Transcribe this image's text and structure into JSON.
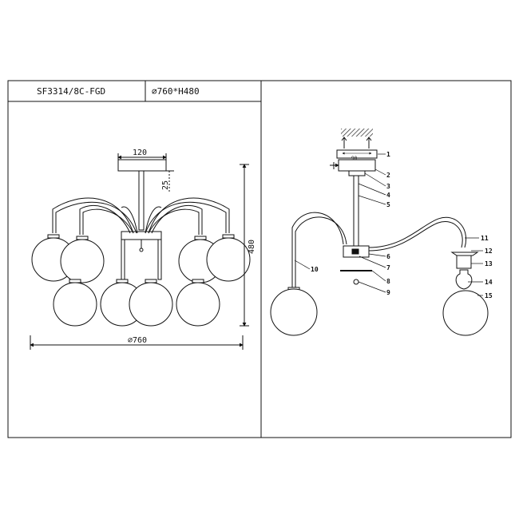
{
  "header": {
    "model": "SF3314/8C-FGD",
    "size": "⌀760*H480"
  },
  "dimensions": {
    "canopy_width": "120",
    "stem_offset": "25",
    "height": "480",
    "diameter": "⌀760",
    "bracket_spacing": "90"
  },
  "parts": [
    "1",
    "2",
    "3",
    "4",
    "5",
    "6",
    "7",
    "8",
    "9",
    "10",
    "11",
    "12",
    "13",
    "14",
    "15"
  ]
}
